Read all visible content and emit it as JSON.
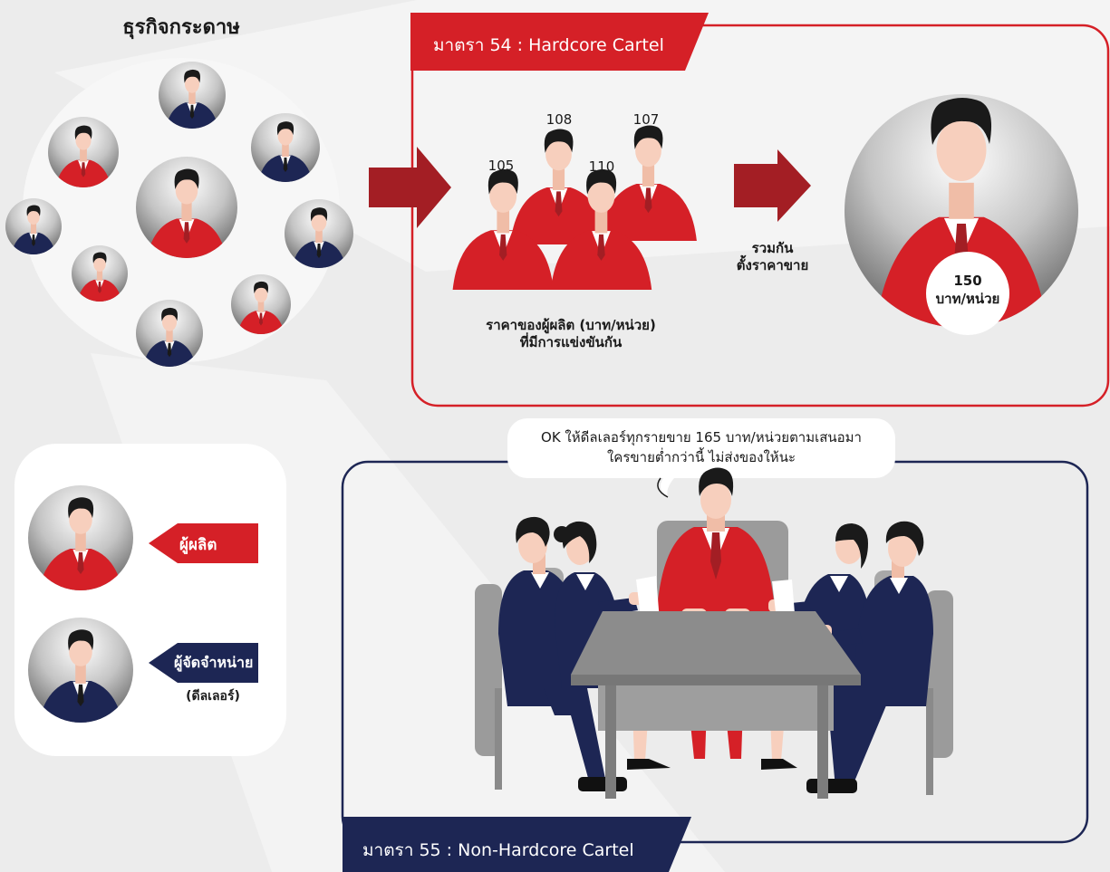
{
  "industry_title": "ธุรกิจกระดาษ",
  "hardcore": {
    "label": "มาตรา 54 : Hardcore Cartel",
    "prices": [
      "105",
      "108",
      "110",
      "107"
    ],
    "producers_caption_line1": "ราคาของผู้ผลิต (บาท/หน่วย)",
    "producers_caption_line2": "ที่มีการแข่งขันกัน",
    "collude_line1": "รวมกัน",
    "collude_line2": "ตั้งราคาขาย",
    "fixed_price_value": "150",
    "fixed_price_unit": "บาท/หน่วย"
  },
  "legend": {
    "producer_label": "ผู้ผลิต",
    "distributor_label": "ผู้จัดจำหน่าย",
    "distributor_sub": "(ดีลเลอร์)"
  },
  "nonhardcore": {
    "label": "มาตรา 55 : Non-Hardcore Cartel",
    "speech_line1": "OK ให้ดีลเลอร์ทุกรายขาย 165 บาท/หน่วยตามเสนอมา",
    "speech_line2": "ใครขายต่ำกว่านี้ ไม่ส่งของให้นะ"
  },
  "colors": {
    "red": "#d52027",
    "dark_red": "#a31e24",
    "navy": "#1d2654",
    "skin": "#f7cfbd",
    "hair": "#1a1a1a",
    "bg": "#ececec"
  }
}
